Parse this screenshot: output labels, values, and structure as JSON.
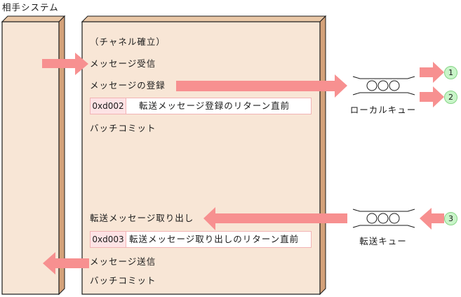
{
  "partner_system": {
    "label": "相手システム"
  },
  "main_process": {
    "steps": {
      "channel_established": "（チャネル確立）",
      "message_receive": "メッセージ受信",
      "message_register": "メッセージの登録",
      "batch_commit_1": "バッチコミット",
      "transfer_message_retrieve": "転送メッセージ取り出し",
      "message_send": "メッセージ送信",
      "batch_commit_2": "バッチコミット"
    },
    "trace_points": [
      {
        "code": "0xd002",
        "description": "転送メッセージ登録のリターン直前"
      },
      {
        "code": "0xd003",
        "description": "転送メッセージ取り出しのリターン直前"
      }
    ]
  },
  "queues": {
    "local": {
      "label": "ローカルキュー"
    },
    "transfer": {
      "label": "転送キュー"
    }
  },
  "markers": [
    "1",
    "2",
    "3"
  ],
  "colors": {
    "box_fill": "#f8e6d6",
    "box_side": "#d4a27a",
    "box_top": "#e9c7a6",
    "arrow": "#f79090",
    "marker_fill": "#c9f5c9",
    "trace_code_fill": "#fde3e5",
    "trace_border": "#f2b3b5"
  }
}
